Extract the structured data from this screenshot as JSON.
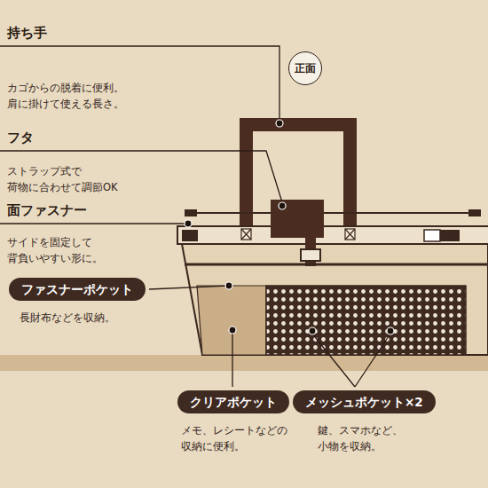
{
  "diagram": {
    "nodes": [
      {
        "text": [
          "正面"
        ]
      },
      {
        "text": [
          "ファスナーポケット",
          "長財布などを収納。"
        ]
      },
      {
        "text": [
          "クリアポケット",
          "メモ、レシートなどの 収納に便利。"
        ]
      },
      {
        "text": [
          "メッシュポケット×2",
          "鍵、スマホなど、 小物を収納。"
        ]
      }
    ],
    "labels": [
      "持ち手",
      "カゴからの脱着に便利。 肩に掛けて使える長さ。",
      "フタ",
      "ストラップ式で 荷物に合わせて調節OK",
      "面ファスナー",
      "サイドを固定して 背負いやすい形に。"
    ]
  }
}
